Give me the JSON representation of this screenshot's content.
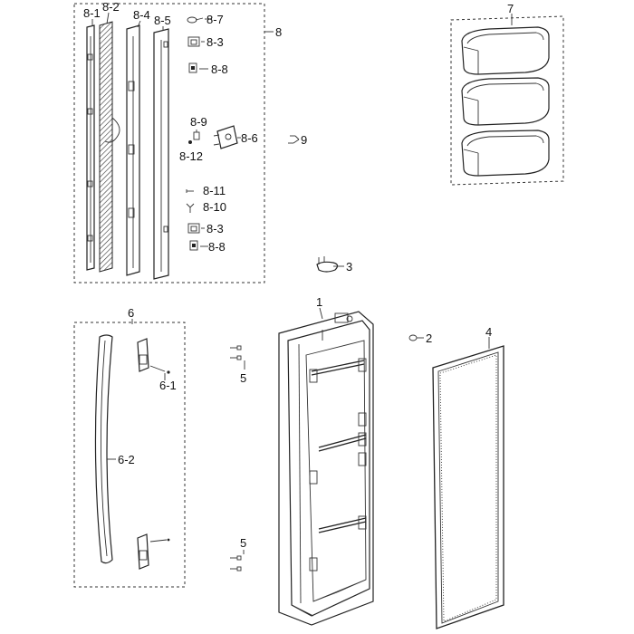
{
  "labels": {
    "l8_1": "8-1",
    "l8_2": "8-2",
    "l8_4": "8-4",
    "l8_5": "8-5",
    "l8_7": "8-7",
    "l8_3a": "8-3",
    "l8_8a": "8-8",
    "l8_9": "8-9",
    "l8_6": "8-6",
    "l8_12": "8-12",
    "l8_11": "8-11",
    "l8_10": "8-10",
    "l8_3b": "8-3",
    "l8_8b": "8-8",
    "l8": "8",
    "l9": "9",
    "l7": "7",
    "l3": "3",
    "l1": "1",
    "l2": "2",
    "l4": "4",
    "l6": "6",
    "l6_1": "6-1",
    "l6_2": "6-2",
    "l5a": "5",
    "l5b": "5"
  }
}
